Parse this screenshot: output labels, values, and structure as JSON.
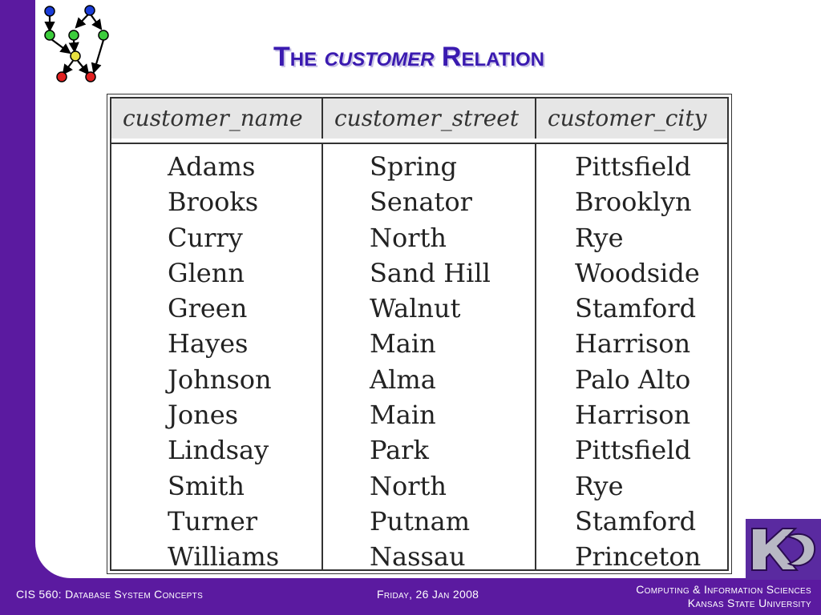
{
  "title": {
    "prefix": "The",
    "italic": "customer",
    "suffix": "Relation"
  },
  "table": {
    "headers": [
      "customer_name",
      "customer_street",
      "customer_city"
    ],
    "rows": [
      [
        "Adams",
        "Spring",
        "Pittsfield"
      ],
      [
        "Brooks",
        "Senator",
        "Brooklyn"
      ],
      [
        "Curry",
        "North",
        "Rye"
      ],
      [
        "Glenn",
        "Sand Hill",
        "Woodside"
      ],
      [
        "Green",
        "Walnut",
        "Stamford"
      ],
      [
        "Hayes",
        "Main",
        "Harrison"
      ],
      [
        "Johnson",
        "Alma",
        "Palo Alto"
      ],
      [
        "Jones",
        "Main",
        "Harrison"
      ],
      [
        "Lindsay",
        "Park",
        "Pittsfield"
      ],
      [
        "Smith",
        "North",
        "Rye"
      ],
      [
        "Turner",
        "Putnam",
        "Stamford"
      ],
      [
        "Williams",
        "Nassau",
        "Princeton"
      ]
    ]
  },
  "footer": {
    "course": "CIS 560: Database System Concepts",
    "date": "Friday, 26 Jan 2008",
    "dept": "Computing & Information Sciences",
    "university": "Kansas State University"
  },
  "colors": {
    "background": "#5b1aa0",
    "title": "#3a1ab0"
  },
  "icons": {
    "top_left": "graph-network-icon",
    "bottom_right": "kansas-state-wildcat-logo"
  }
}
